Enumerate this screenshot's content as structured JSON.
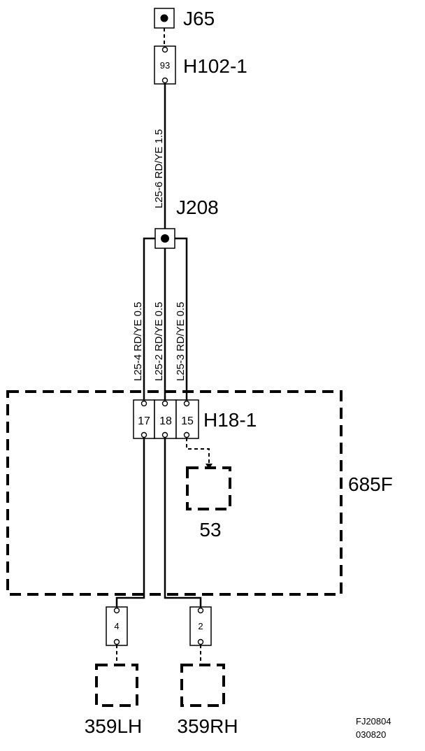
{
  "diagram": {
    "labels": {
      "splice_top": "J65",
      "connector_top": "H102-1",
      "splice_mid": "J208",
      "connector_mid": "H18-1",
      "module": "685F",
      "component_53": "53",
      "component_left": "359LH",
      "component_right": "359RH",
      "ref_code": "FJ20804",
      "ref_date": "030820"
    },
    "pins": {
      "h102_pin": "93",
      "h18_pin_a": "17",
      "h18_pin_b": "18",
      "h18_pin_c": "15",
      "left_pin": "4",
      "right_pin": "2"
    },
    "wires": {
      "main": "L25-6  RD/YE  1.5",
      "left": "L25-4  RD/YE  0.5",
      "center": "L25-2  RD/YE  0.5",
      "right": "L25-3  RD/YE  0.5"
    }
  }
}
